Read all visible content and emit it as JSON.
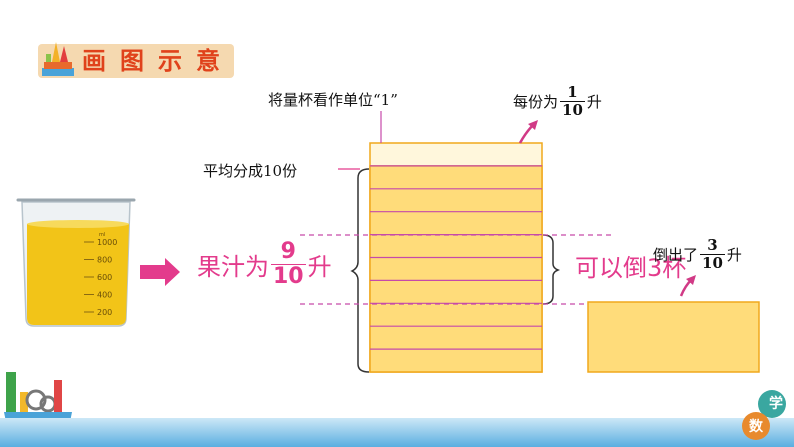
{
  "header": {
    "title": "画图示意",
    "colors": {
      "badge_bg": "#f5d9b0",
      "title": "#e0421b"
    }
  },
  "labels": {
    "cup_unit": "将量杯看作单位“1”",
    "ten_parts": "平均分成10份",
    "each_part_prefix": "每份为",
    "each_part_num": "1",
    "each_part_den": "10",
    "each_part_suffix": "升",
    "juice_prefix": "果汁为",
    "juice_num": "9",
    "juice_den": "10",
    "juice_suffix": "升",
    "pour_three": "可以倒3杯",
    "pour_out_prefix": "倒出了",
    "pour_out_num": "3",
    "pour_out_den": "10",
    "pour_out_suffix": "升"
  },
  "beaker": {
    "scale": [
      "1000",
      "800",
      "600",
      "400",
      "200"
    ],
    "unit": "ml"
  },
  "corner_badge": {
    "top_char": "学",
    "bottom_char": "数"
  },
  "diagram": {
    "total_parts": 10,
    "filled_parts": 9,
    "poured_parts": 3,
    "colors": {
      "fill": "#ffdc7a",
      "outline": "#f0a81c",
      "lines": "#c64aa9",
      "pink": "#e33b8c"
    }
  }
}
